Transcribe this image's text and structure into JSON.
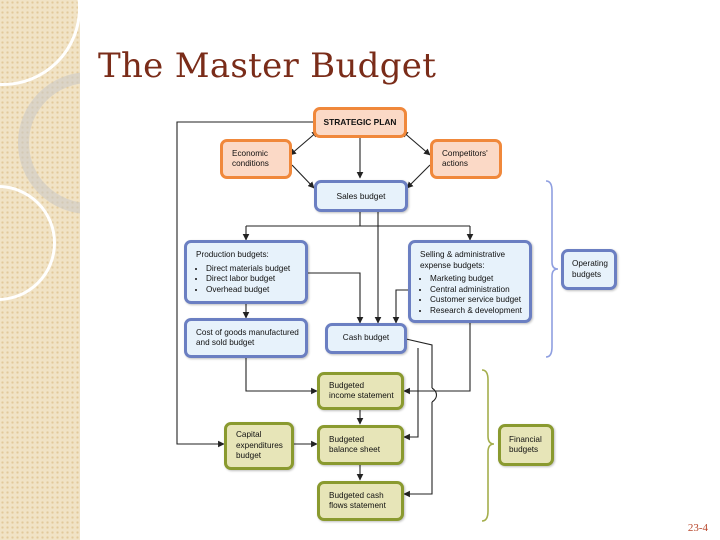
{
  "slide": {
    "title": "The Master Budget",
    "page_number": "23-4"
  },
  "diagram": {
    "strategic_plan": "STRATEGIC PLAN",
    "economic_conditions": [
      "Economic",
      "conditions"
    ],
    "competitors_actions": [
      "Competitors'",
      "actions"
    ],
    "sales_budget": "Sales budget",
    "production_budgets": {
      "heading": "Production budgets:",
      "items": [
        "Direct materials budget",
        "Direct labor budget",
        "Overhead budget"
      ]
    },
    "selling_admin_budgets": {
      "heading": [
        "Selling & administrative",
        "expense budgets:"
      ],
      "items": [
        "Marketing budget",
        "Central administration",
        "Customer service budget",
        "Research & development"
      ]
    },
    "operating_budgets": [
      "Operating",
      "budgets"
    ],
    "cogs_budget": [
      "Cost of goods manufactured",
      "and sold budget"
    ],
    "cash_budget": "Cash budget",
    "budgeted_income_statement": [
      "Budgeted",
      "income statement"
    ],
    "capital_expenditures_budget": [
      "Capital",
      "expenditures",
      "budget"
    ],
    "budgeted_balance_sheet": [
      "Budgeted",
      "balance sheet"
    ],
    "budgeted_cash_flows": [
      "Budgeted cash",
      "flows statement"
    ],
    "financial_budgets": [
      "Financial",
      "budgets"
    ]
  },
  "colors": {
    "title": "#7a2c19",
    "orange_border": "#f0883b",
    "orange_fill": "#fbd9c6",
    "blue_border": "#6b7fc2",
    "blue_fill": "#e7f2fb",
    "green_border": "#8a9a2f",
    "green_fill": "#e7e5b8",
    "operating_brace": "#8f9fe0",
    "financial_brace": "#a4ae4c"
  }
}
